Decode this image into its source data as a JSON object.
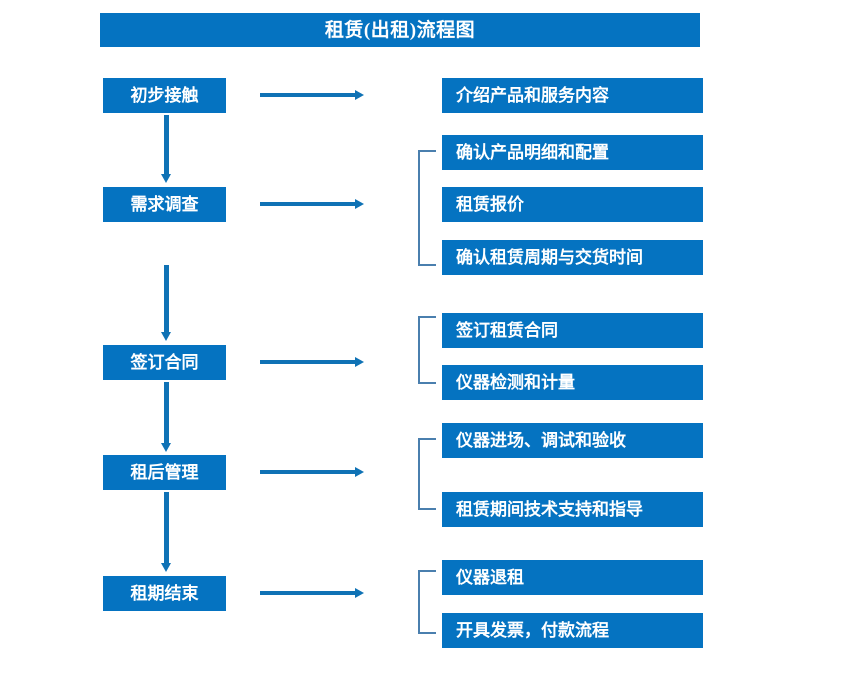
{
  "diagram": {
    "title": "租赁(出租)流程图",
    "accent_color": "#0573c1",
    "arrow_color": "#0f72b5",
    "bracket_color": "#4a7fae",
    "text_color": "#ffffff",
    "background_color": "#ffffff"
  },
  "stages": [
    {
      "label": "初步接触"
    },
    {
      "label": "需求调查"
    },
    {
      "label": "签订合同"
    },
    {
      "label": "租后管理"
    },
    {
      "label": "租期结束"
    }
  ],
  "details": [
    {
      "label": "介绍产品和服务内容"
    },
    {
      "label": "确认产品明细和配置"
    },
    {
      "label": "租赁报价"
    },
    {
      "label": "确认租赁周期与交货时间"
    },
    {
      "label": "签订租赁合同"
    },
    {
      "label": "仪器检测和计量"
    },
    {
      "label": "仪器进场、调试和验收"
    },
    {
      "label": "租赁期间技术支持和指导"
    },
    {
      "label": "仪器退租"
    },
    {
      "label": "开具发票，付款流程"
    }
  ],
  "chart_data": {
    "type": "diagram",
    "title": "租赁(出租)流程图",
    "flow_direction": "top-to-bottom",
    "stages": [
      {
        "stage": "初步接触",
        "outputs": [
          "介绍产品和服务内容"
        ]
      },
      {
        "stage": "需求调查",
        "outputs": [
          "确认产品明细和配置",
          "租赁报价",
          "确认租赁周期与交货时间"
        ]
      },
      {
        "stage": "签订合同",
        "outputs": [
          "签订租赁合同",
          "仪器检测和计量"
        ]
      },
      {
        "stage": "租后管理",
        "outputs": [
          "仪器进场、调试和验收",
          "租赁期间技术支持和指导"
        ]
      },
      {
        "stage": "租期结束",
        "outputs": [
          "仪器退租",
          "开具发票，付款流程"
        ]
      }
    ]
  }
}
